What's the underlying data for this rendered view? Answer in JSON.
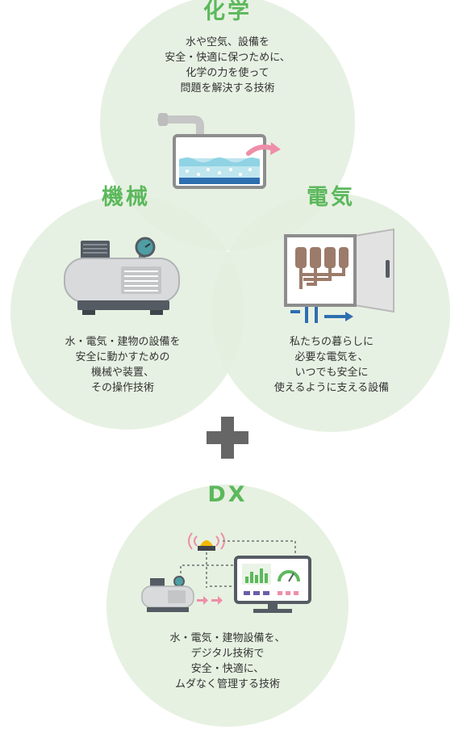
{
  "colors": {
    "circle_fill": "#e3efde",
    "title_green": "#5cb85c",
    "plus_gray": "#666666"
  },
  "chemistry": {
    "title": "化学",
    "lines": [
      "水や空気、設備を",
      "安全・快適に保つために、",
      "化学の力を使って",
      "問題を解決する技術"
    ],
    "icon": "water-tank-icon"
  },
  "mechanical": {
    "title": "機械",
    "lines": [
      "水・電気・建物の設備を",
      "安全に動かすための",
      "機械や装置、",
      "その操作技術"
    ],
    "icon": "compressor-icon"
  },
  "electrical": {
    "title": "電気",
    "lines": [
      "私たちの暮らしに",
      "必要な電気を、",
      "いつでも安全に",
      "使えるように支える設備"
    ],
    "icon": "switchboard-icon"
  },
  "plus": {
    "icon": "plus-icon"
  },
  "dx": {
    "title": "DX",
    "lines": [
      "水・電気・建物設備を、",
      "デジタル技術で",
      "安全・快適に、",
      "ムダなく管理する技術"
    ],
    "icon": "monitoring-system-icon"
  }
}
